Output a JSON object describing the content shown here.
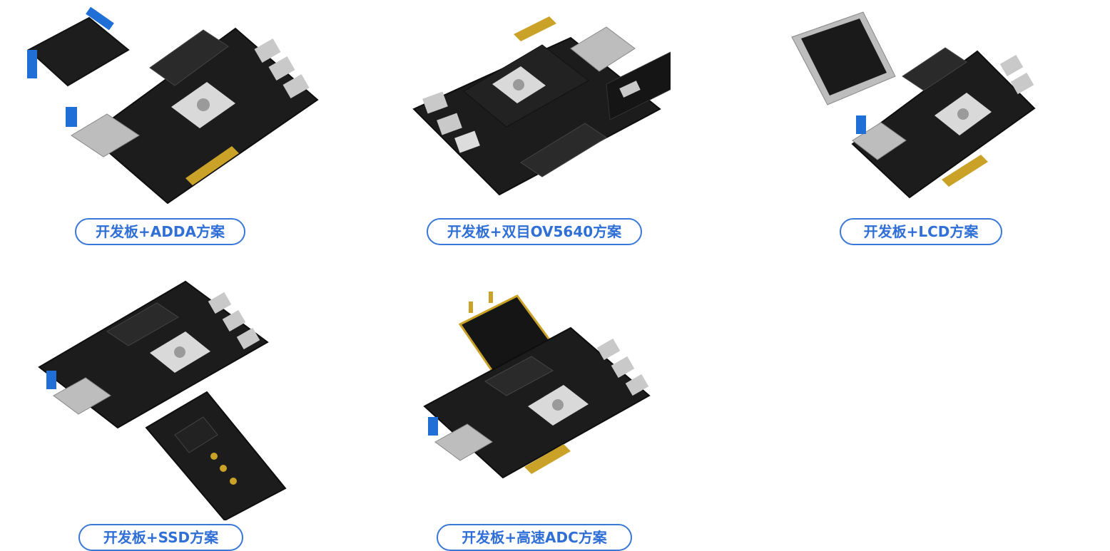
{
  "colors": {
    "accent": "#3a78d8",
    "pcb": "#1c1c1c",
    "pcb_edge": "#0e0e0e",
    "gold": "#c9a227",
    "terminal_blue": "#1f6fd6",
    "silver": "#c9c9c9"
  },
  "solutions": [
    {
      "label": "开发板+ADDA方案",
      "image_icon": "fpga-board-adda-icon"
    },
    {
      "label": "开发板+双目OV5640方案",
      "image_icon": "fpga-board-camera-icon"
    },
    {
      "label": "开发板+LCD方案",
      "image_icon": "fpga-board-lcd-icon"
    },
    {
      "label": "开发板+SSD方案",
      "image_icon": "fpga-board-ssd-icon"
    },
    {
      "label": "开发板+高速ADC方案",
      "image_icon": "fpga-board-adc-icon"
    }
  ]
}
